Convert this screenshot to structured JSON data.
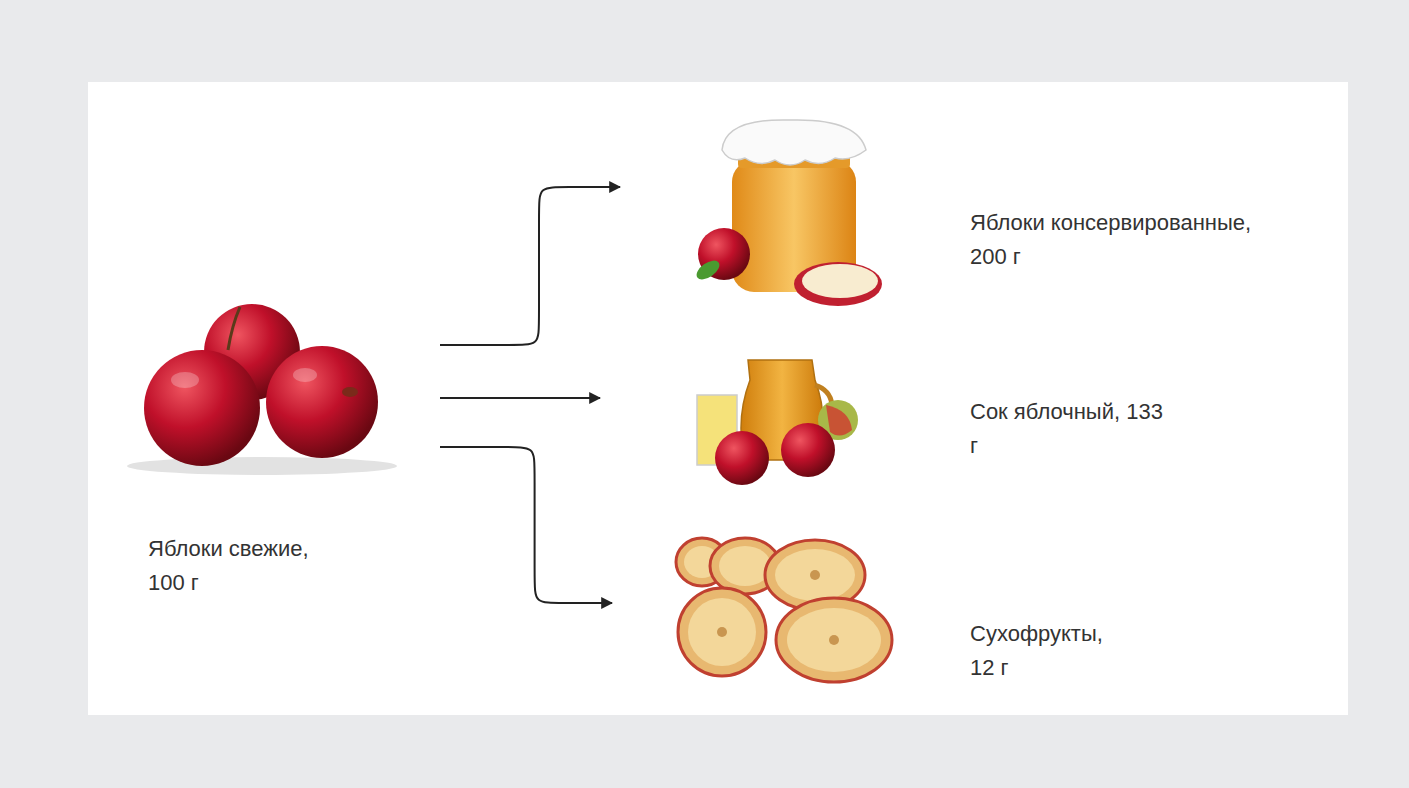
{
  "diagram": {
    "nodes": [
      {
        "text": [
          "Яблоки свежие, 100 г"
        ]
      },
      {
        "text": [
          "Яблоки консервированные, 200 г"
        ]
      },
      {
        "text": [
          "Сок яблочный, 133 г"
        ]
      },
      {
        "text": [
          "Сухофрукты, 12 г"
        ]
      }
    ],
    "edges": [
      {
        "from": 0,
        "to": 1,
        "arrow": "to"
      },
      {
        "from": 0,
        "to": 2,
        "arrow": "to"
      },
      {
        "from": 0,
        "to": 3,
        "arrow": "to"
      }
    ]
  }
}
